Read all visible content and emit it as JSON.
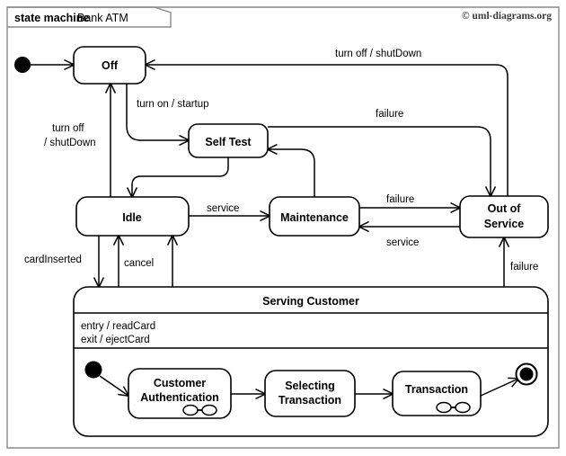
{
  "diagram": {
    "frame_keyword": "state machine",
    "frame_title": "Bank ATM",
    "copyright": "© uml-diagrams.org"
  },
  "states": {
    "off": "Off",
    "self_test": "Self Test",
    "idle": "Idle",
    "maintenance": "Maintenance",
    "out_of_service_line1": "Out of",
    "out_of_service_line2": "Service",
    "serving_customer": "Serving Customer",
    "entry_action": "entry / readCard",
    "exit_action": "exit / ejectCard",
    "customer_auth_line1": "Customer",
    "customer_auth_line2": "Authentication",
    "selecting_line1": "Selecting",
    "selecting_line2": "Transaction",
    "transaction": "Transaction"
  },
  "transitions": {
    "turn_on": "turn on / startup",
    "turn_off_top": "turn off / shutDown",
    "turn_off_left_line1": "turn off",
    "turn_off_left_line2": "/ shutDown",
    "service_idle_maint": "service",
    "failure_selftest": "failure",
    "failure_maint": "failure",
    "service_oos_maint": "service",
    "card_inserted": "cardInserted",
    "cancel": "cancel",
    "failure_serving": "failure"
  },
  "colors": {
    "stroke": "#000000",
    "frame": "#8a8a8a",
    "background": "#ffffff",
    "copyright": "#3a3a3a"
  }
}
